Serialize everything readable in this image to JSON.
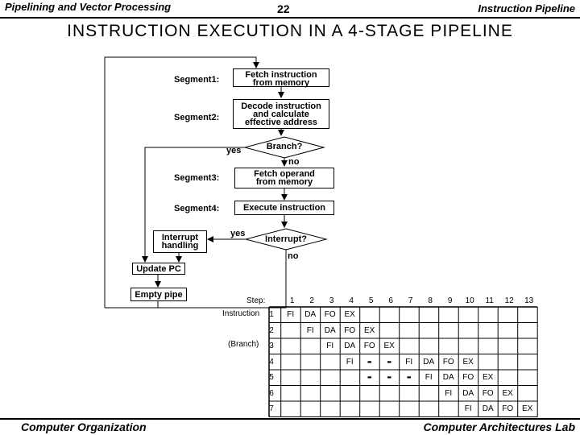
{
  "header": {
    "left": "Pipelining and Vector Processing",
    "page_number": "22",
    "right": "Instruction Pipeline"
  },
  "title": "INSTRUCTION  EXECUTION  IN  A  4-STAGE  PIPELINE",
  "flowchart": {
    "segment1": {
      "label": "Segment1:",
      "box_line1": "Fetch instruction",
      "box_line2": "from memory"
    },
    "segment2": {
      "label": "Segment2:",
      "box_line1": "Decode instruction",
      "box_line2": "and calculate",
      "box_line3": "effective address"
    },
    "branch": {
      "question": "Branch?",
      "yes": "yes",
      "no": "no"
    },
    "segment3": {
      "label": "Segment3:",
      "box_line1": "Fetch operand",
      "box_line2": "from memory"
    },
    "segment4": {
      "label": "Segment4:",
      "box_line1": "Execute instruction"
    },
    "interrupt": {
      "question": "Interrupt?",
      "yes": "yes",
      "no": "no"
    },
    "interrupt_handling": {
      "line1": "Interrupt",
      "line2": "handling"
    },
    "update_pc": "Update PC",
    "empty_pipe": "Empty pipe"
  },
  "timing_table": {
    "step_label": "Step:",
    "instruction_label": "Instruction",
    "branch_note": "(Branch)",
    "steps": [
      "1",
      "2",
      "3",
      "4",
      "5",
      "6",
      "7",
      "8",
      "9",
      "10",
      "11",
      "12",
      "13"
    ],
    "rows": [
      {
        "id": "1",
        "cells": [
          "FI",
          "DA",
          "FO",
          "EX",
          "",
          "",
          "",
          "",
          "",
          "",
          "",
          "",
          ""
        ]
      },
      {
        "id": "2",
        "cells": [
          "",
          "FI",
          "DA",
          "FO",
          "EX",
          "",
          "",
          "",
          "",
          "",
          "",
          "",
          ""
        ]
      },
      {
        "id": "3",
        "cells": [
          "",
          "",
          "FI",
          "DA",
          "FO",
          "EX",
          "",
          "",
          "",
          "",
          "",
          "",
          ""
        ]
      },
      {
        "id": "4",
        "cells": [
          "",
          "",
          "",
          "FI",
          "-",
          "-",
          "FI",
          "DA",
          "FO",
          "EX",
          "",
          "",
          ""
        ]
      },
      {
        "id": "5",
        "cells": [
          "",
          "",
          "",
          "",
          "-",
          "-",
          "-",
          "FI",
          "DA",
          "FO",
          "EX",
          "",
          ""
        ]
      },
      {
        "id": "6",
        "cells": [
          "",
          "",
          "",
          "",
          "",
          "",
          "",
          "",
          "FI",
          "DA",
          "FO",
          "EX",
          ""
        ]
      },
      {
        "id": "7",
        "cells": [
          "",
          "",
          "",
          "",
          "",
          "",
          "",
          "",
          "",
          "FI",
          "DA",
          "FO",
          "EX"
        ]
      }
    ]
  },
  "footer": {
    "left": "Computer Organization",
    "right": "Computer Architectures Lab"
  }
}
